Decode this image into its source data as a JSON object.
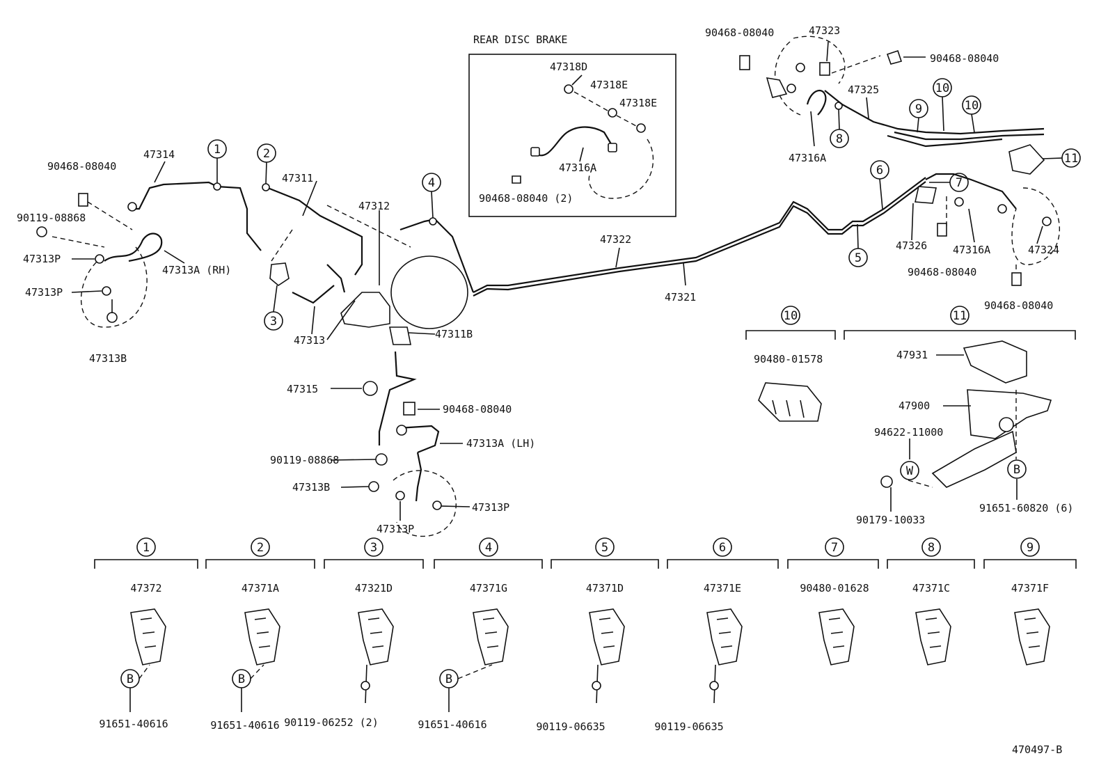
{
  "diagram_id": "470497-B",
  "inset": {
    "title": "REAR DISC BRAKE"
  },
  "callout_markers": [
    "1",
    "2",
    "3",
    "4",
    "5",
    "6",
    "7",
    "8",
    "9",
    "10",
    "11"
  ],
  "circle_letters": {
    "b": "B",
    "w": "W"
  },
  "labels": {
    "p47314": "47314",
    "p47311": "47311",
    "p47312": "47312",
    "p47313A_RH": "47313A (RH)",
    "p47313P_a": "47313P",
    "p47313P_b": "47313P",
    "p47313B_a": "47313B",
    "p90119_a": "90119-08868",
    "p90468_a": "90468-08040",
    "p47313": "47313",
    "p47311B": "47311B",
    "p47315": "47315",
    "p90468_b": "90468-08040",
    "p47313A_LH": "47313A (LH)",
    "p90119_b": "90119-08868",
    "p47313B_b": "47313B",
    "p47313P_c": "47313P",
    "p47313P_d": "47313P",
    "p47318D": "47318D",
    "p47318E_a": "47318E",
    "p47318E_b": "47318E",
    "p47316A_a": "47316A",
    "p90468_c": "90468-08040 (2)",
    "p47322": "47322",
    "p47321": "47321",
    "p90468_d": "90468-08040",
    "p47323": "47323",
    "p90468_e": "90468-08040",
    "p47325": "47325",
    "p47316A_b": "47316A",
    "p47326": "47326",
    "p47316A_c": "47316A",
    "p47324": "47324",
    "p90468_f": "90468-08040",
    "p90468_g": "90468-08040",
    "p90480_01578": "90480-01578",
    "p47931": "47931",
    "p47900": "47900",
    "p94622": "94622-11000",
    "p90179": "90179-10033",
    "p91651_60820": "91651-60820 (6)"
  },
  "bottom_parts": [
    {
      "marker": "1",
      "part": "47372",
      "sub": "91651-40616"
    },
    {
      "marker": "2",
      "part": "47371A",
      "sub": "91651-40616"
    },
    {
      "marker": "3",
      "part": "47321D",
      "sub": "90119-06252 (2)"
    },
    {
      "marker": "4",
      "part": "47371G",
      "sub": "91651-40616"
    },
    {
      "marker": "5",
      "part": "47371D",
      "sub": "90119-06635"
    },
    {
      "marker": "6",
      "part": "47371E",
      "sub": "90119-06635"
    },
    {
      "marker": "7",
      "part": "90480-01628",
      "sub": ""
    },
    {
      "marker": "8",
      "part": "47371C",
      "sub": ""
    },
    {
      "marker": "9",
      "part": "47371F",
      "sub": ""
    }
  ]
}
